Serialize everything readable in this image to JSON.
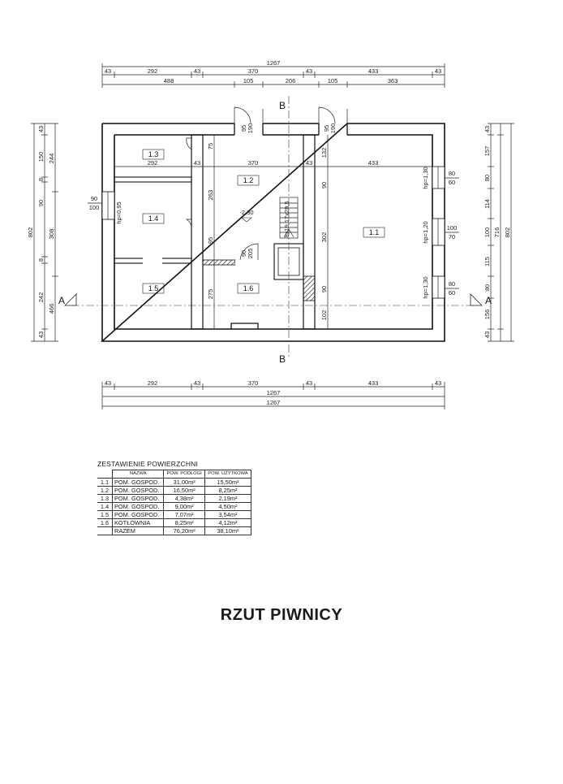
{
  "plan": {
    "overall_top": "1267",
    "top_row1": [
      "43",
      "292",
      "43",
      "370",
      "43",
      "433",
      "43"
    ],
    "top_row2": [
      "488",
      "105",
      "206",
      "105",
      "363"
    ],
    "bottom_row1": [
      "43",
      "292",
      "43",
      "370",
      "43",
      "433",
      "43"
    ],
    "bottom_total1": "1267",
    "bottom_total2": "1267",
    "left_outer": "802",
    "left_col1": [
      "43",
      "150",
      "8",
      "90",
      "8",
      "242",
      "43"
    ],
    "left_col2": [
      "244",
      "308",
      "466"
    ],
    "right_col1": [
      "43",
      "157",
      "80",
      "114",
      "100",
      "115",
      "80",
      "156",
      "43"
    ],
    "right_col2": [
      "716"
    ],
    "right_outer": "802",
    "section_a": "A",
    "section_b": "B",
    "rooms": [
      "1.1",
      "1.2",
      "1.3",
      "1.4",
      "1.5",
      "1.6"
    ],
    "level": "-2,30",
    "stairs": "8x19,17x28,5",
    "inner_dims": {
      "r13_w": "292",
      "r12_w": "370",
      "r11_w": "433",
      "w43a": "43",
      "w43b": "43",
      "d75": "75",
      "d263": "263",
      "d95": "95",
      "d275": "275",
      "d132": "132",
      "d90a": "90",
      "d302": "302",
      "d90b": "90",
      "d102": "102",
      "win_l_w": "90",
      "win_l_h": "100",
      "win_l_hp": "hp=0,95",
      "door_top_l": "95",
      "door_top_l2": "190",
      "door_top_r": "95",
      "door_top_r2": "190",
      "door_mid": "90",
      "door_mid2": "205",
      "win_r1_w": "80",
      "win_r1_h": "60",
      "win_r1_hp": "hp=1,30",
      "win_r2_w": "100",
      "win_r2_h": "70",
      "win_r2_hp": "hp=1,20",
      "win_r3_w": "80",
      "win_r3_h": "60",
      "win_r3_hp": "hp=1,30"
    }
  },
  "area_table": {
    "title": "ZESTAWIENIE POWIERZCHNI",
    "headers": [
      "",
      "NAZWA",
      "POW. PODŁOGI",
      "POW. UŻYTKOWA"
    ],
    "rows": [
      {
        "num": "1.1",
        "name": "POM. GOSPOD.",
        "floor": "31,00m²",
        "usable": "15,50m²"
      },
      {
        "num": "1.2",
        "name": "POM. GOSPOD.",
        "floor": "16,50m²",
        "usable": "8,25m²"
      },
      {
        "num": "1.3",
        "name": "POM. GOSPOD.",
        "floor": "4,38m²",
        "usable": "2,19m²"
      },
      {
        "num": "1.4",
        "name": "POM. GOSPOD.",
        "floor": "9,00m²",
        "usable": "4,50m²"
      },
      {
        "num": "1.5",
        "name": "POM. GOSPOD.",
        "floor": "7,07m²",
        "usable": "3,54m²"
      },
      {
        "num": "1.6",
        "name": "KOTŁOWNIA",
        "floor": "8,25m²",
        "usable": "4,12m²"
      }
    ],
    "total": {
      "name": "RAZEM",
      "floor": "76,20m²",
      "usable": "38,10m²"
    }
  },
  "drawing_title": "RZUT PIWNICY"
}
